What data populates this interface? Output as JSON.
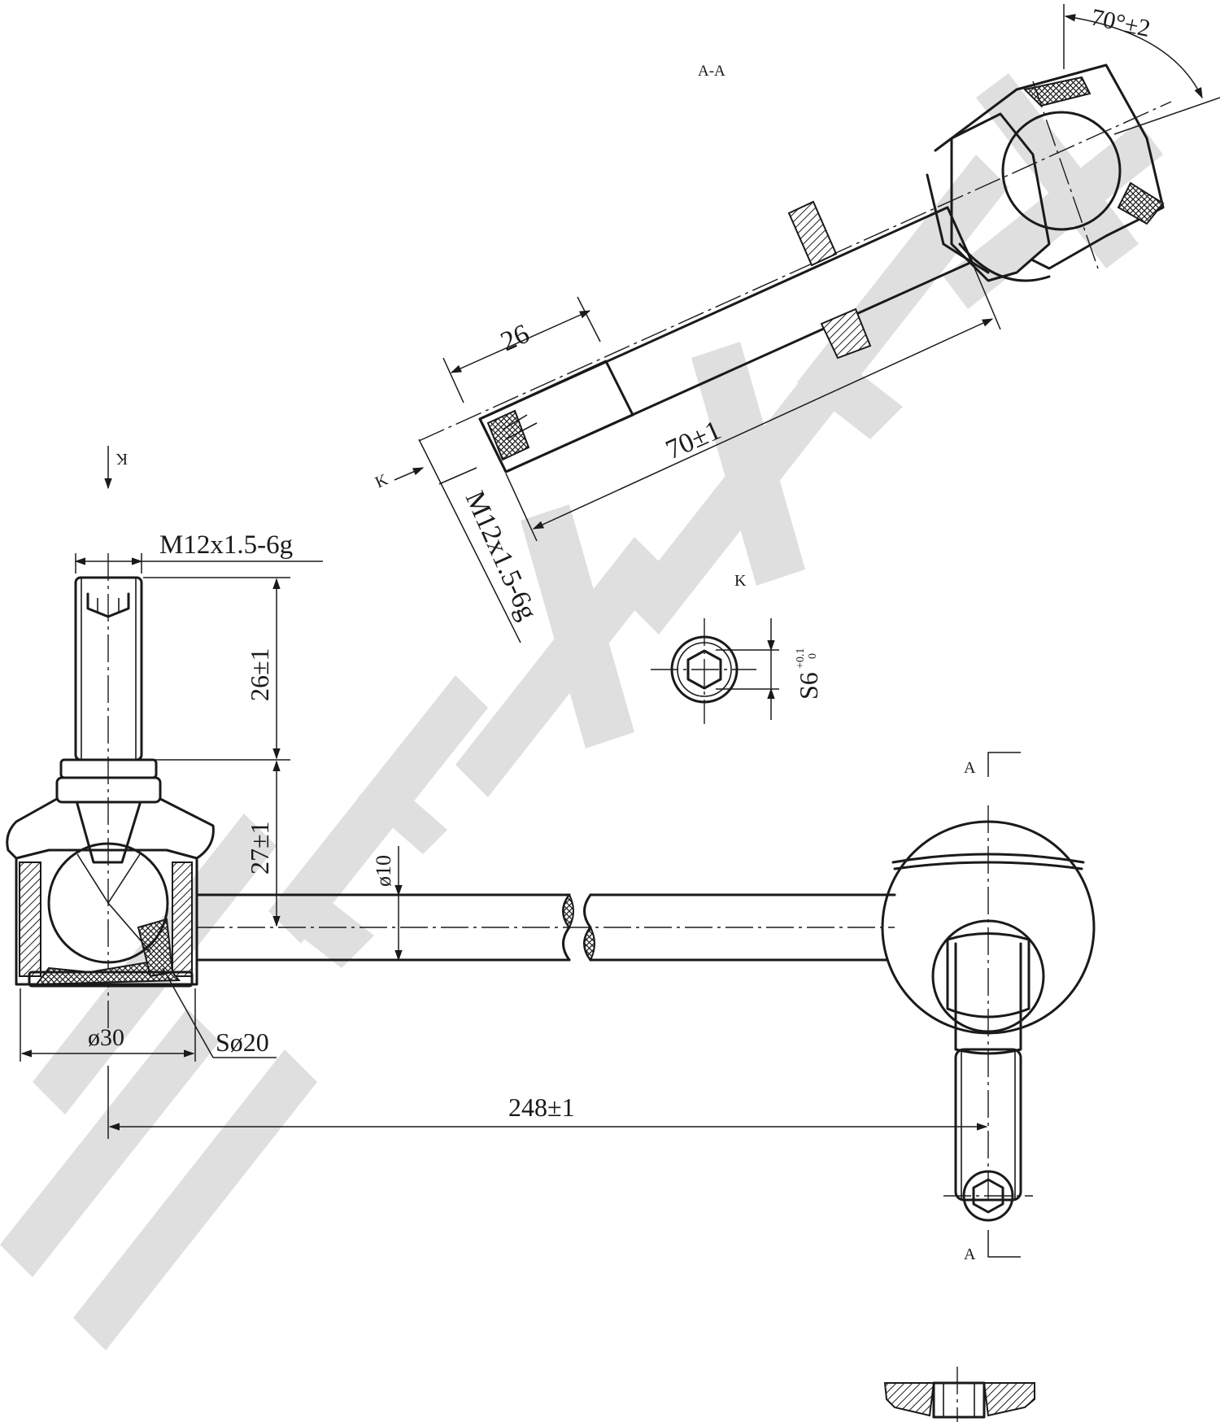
{
  "section_title": "A-A",
  "section_marker": "A",
  "view_marker": "K",
  "dimensions": {
    "angle": "70°±2",
    "thread_length": "26",
    "thread_length_front": "26±1",
    "stud_length": "70±1",
    "thread_spec": "M12x1.5-6g",
    "hex_socket": "S6",
    "hex_socket_tol_upper": "+0.1",
    "hex_socket_tol_lower": "0",
    "housing_height": "27±1",
    "rod_diameter": "ø10",
    "housing_diameter": "ø30",
    "ball_diameter": "Sø20",
    "overall_length": "248±1"
  },
  "watermark": "ZENNEX",
  "colors": {
    "line": "#1a1a1a",
    "watermark": "#dcdcdc",
    "background": "#ffffff"
  }
}
